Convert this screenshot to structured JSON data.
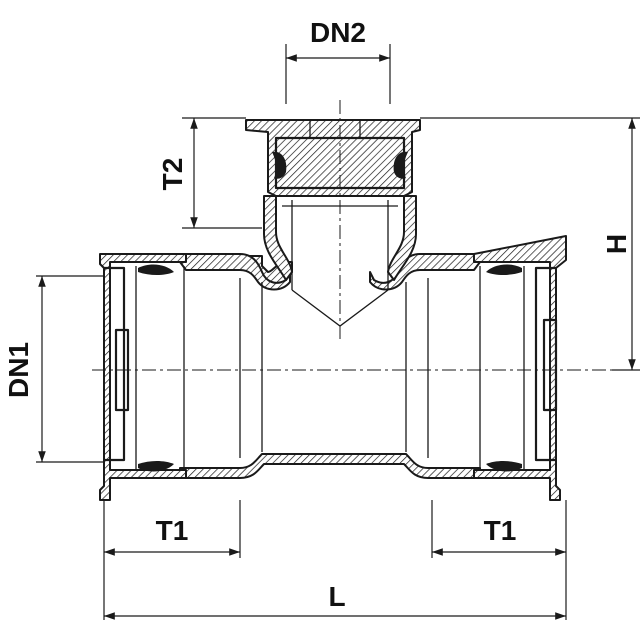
{
  "labels": {
    "dn2": "DN2",
    "t2": "T2",
    "h": "H",
    "dn1": "DN1",
    "t1_left": "T1",
    "t1_right": "T1",
    "l": "L"
  },
  "colors": {
    "line": "#1a1a1a",
    "background": "#ffffff"
  }
}
